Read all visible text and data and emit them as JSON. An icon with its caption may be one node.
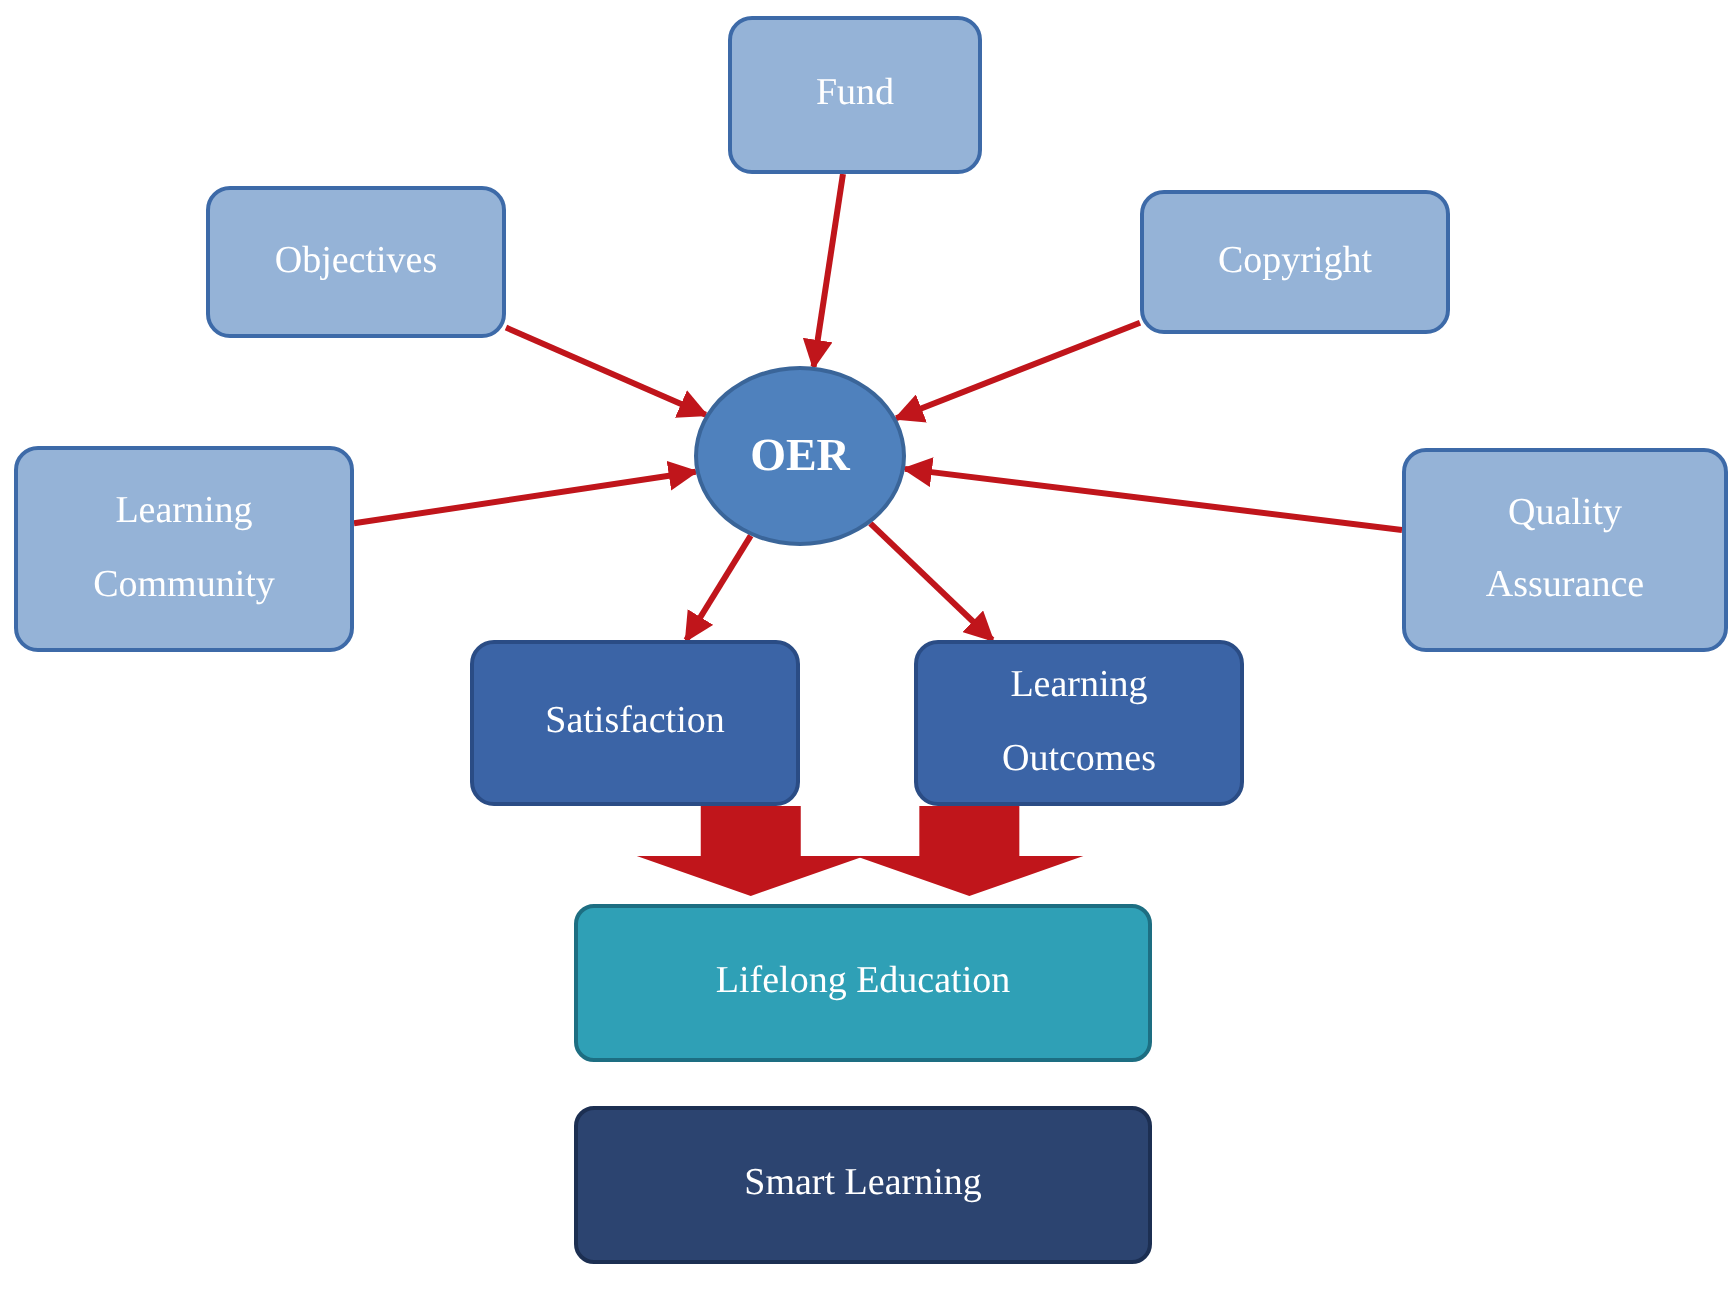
{
  "diagram": {
    "nodes": [
      {
        "text": [
          "Fund"
        ]
      },
      {
        "text": [
          "Objectives"
        ]
      },
      {
        "text": [
          "Copyright"
        ]
      },
      {
        "text": [
          "OER"
        ]
      },
      {
        "text": [
          "Learning Community"
        ]
      },
      {
        "text": [
          "Quality Assurance"
        ]
      },
      {
        "text": [
          "Satisfaction"
        ]
      },
      {
        "text": [
          "Learning Outcomes"
        ]
      },
      {
        "text": [
          "Lifelong Education"
        ]
      },
      {
        "text": [
          "Smart Learning"
        ]
      }
    ],
    "edges": [
      {
        "from": 0,
        "to": 3,
        "arrow": "to"
      },
      {
        "from": 1,
        "to": 3,
        "arrow": "to"
      },
      {
        "from": 2,
        "to": 3,
        "arrow": "to"
      },
      {
        "from": 4,
        "to": 3,
        "arrow": "to"
      },
      {
        "from": 5,
        "to": 3,
        "arrow": "to"
      },
      {
        "from": 3,
        "to": 6,
        "arrow": "to"
      },
      {
        "from": 3,
        "to": 7,
        "arrow": "to"
      },
      {
        "from": 6,
        "to": 8,
        "arrow": "to",
        "style": "thick"
      },
      {
        "from": 7,
        "to": 8,
        "arrow": "to",
        "style": "thick"
      }
    ]
  }
}
